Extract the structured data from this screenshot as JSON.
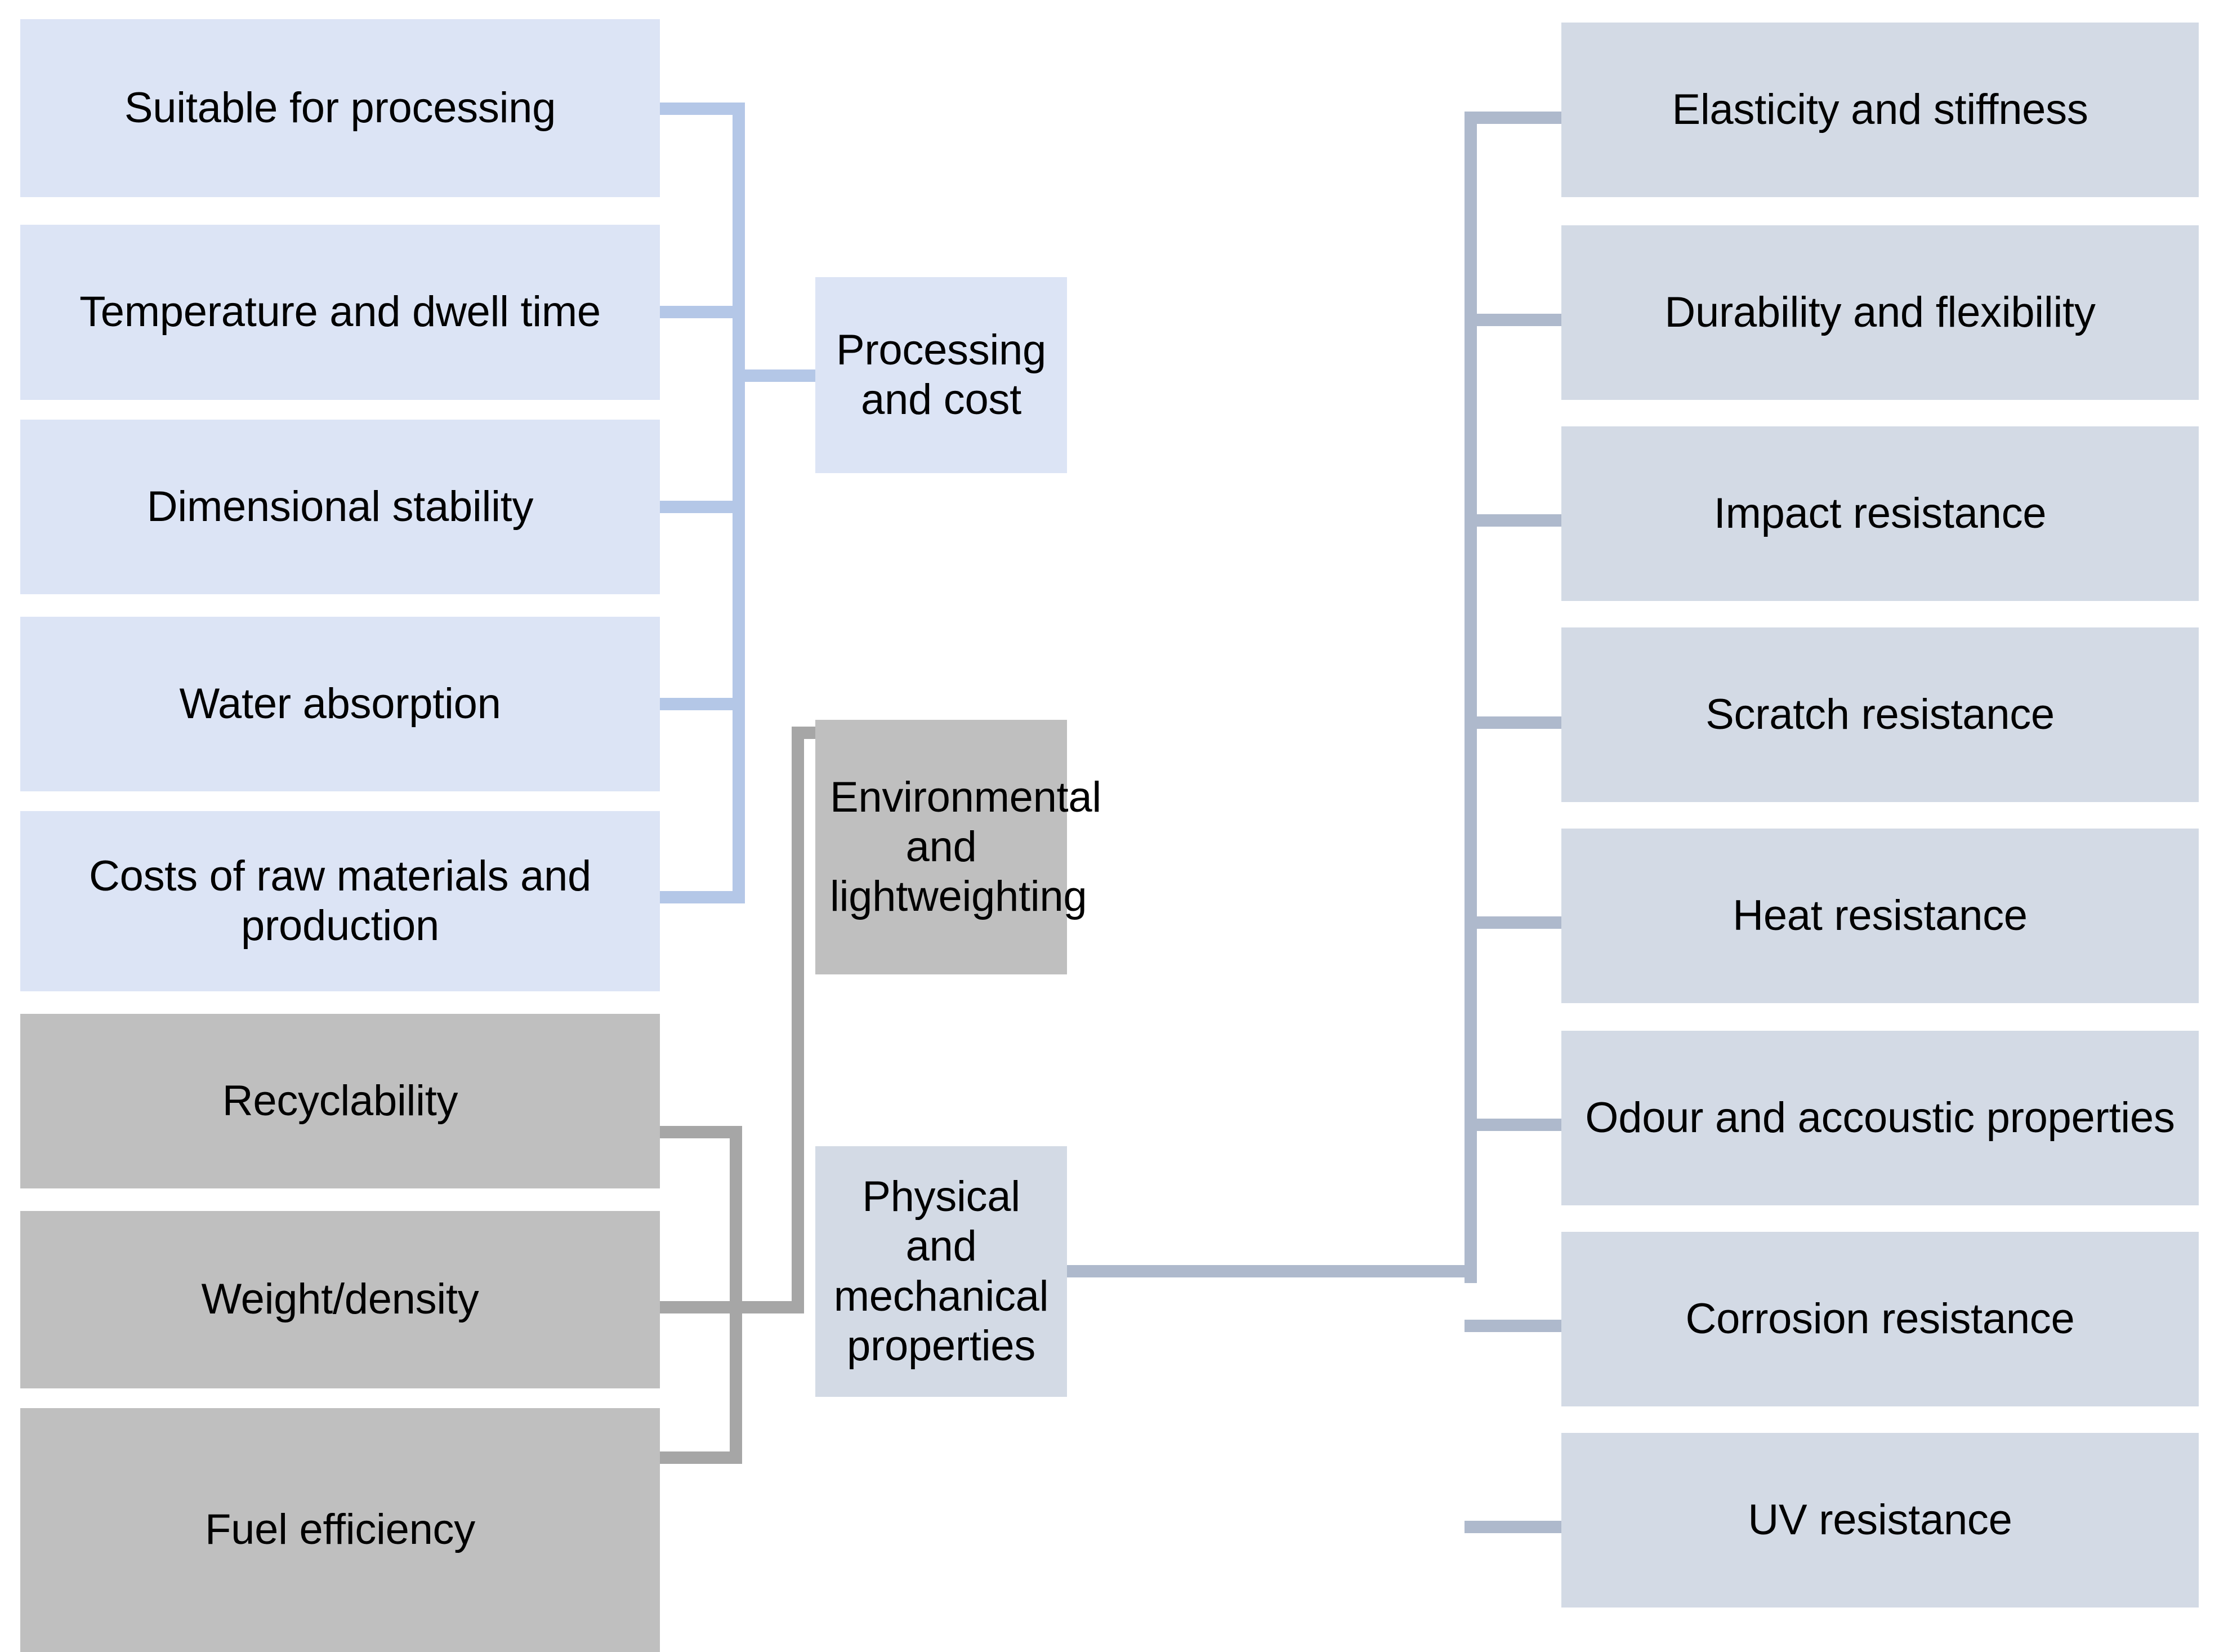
{
  "diagram": {
    "title": "Material selection criteria hierarchy",
    "type": "tree-diagram",
    "colors": {
      "blue_fill": "#dce4f5",
      "slate_fill": "#d3dae5",
      "gray_fill": "#bfbfbf",
      "blue_connector": "#b4c7e7",
      "slate_connector": "#aeb9cc",
      "gray_connector": "#a6a6a6",
      "text": "#000000",
      "background": "#ffffff"
    }
  },
  "left_column": {
    "items": [
      {
        "label": "Suitable for processing",
        "fill": "blue"
      },
      {
        "label": "Temperature and dwell time",
        "fill": "blue"
      },
      {
        "label": "Dimensional stability",
        "fill": "blue"
      },
      {
        "label": "Water absorption",
        "fill": "blue"
      },
      {
        "label": "Costs of raw materials and production",
        "fill": "blue"
      },
      {
        "label": "Recyclability",
        "fill": "gray"
      },
      {
        "label": "Weight/density",
        "fill": "gray"
      },
      {
        "label": "Fuel efficiency",
        "fill": "gray"
      }
    ]
  },
  "middle_column": {
    "items": [
      {
        "label": "Processing and cost",
        "fill": "blue"
      },
      {
        "label": "Environmental and lightweighting",
        "fill": "gray"
      },
      {
        "label": "Physical and mechanical properties",
        "fill": "slate"
      }
    ]
  },
  "right_column": {
    "items": [
      {
        "label": "Elasticity and stiffness",
        "fill": "slate"
      },
      {
        "label": "Durability and flexibility",
        "fill": "slate"
      },
      {
        "label": "Impact resistance",
        "fill": "slate"
      },
      {
        "label": "Scratch resistance",
        "fill": "slate"
      },
      {
        "label": "Heat resistance",
        "fill": "slate"
      },
      {
        "label": "Odour and accoustic properties",
        "fill": "slate"
      },
      {
        "label": "Corrosion resistance",
        "fill": "slate"
      },
      {
        "label": "UV resistance",
        "fill": "slate"
      }
    ]
  },
  "relations": {
    "processing_and_cost_children": [
      "Suitable for processing",
      "Temperature and dwell time",
      "Dimensional stability",
      "Water absorption",
      "Costs of raw materials and production"
    ],
    "environmental_and_lightweighting_children": [
      "Recyclability",
      "Weight/density",
      "Fuel efficiency"
    ],
    "physical_and_mechanical_properties_children": [
      "Elasticity and stiffness",
      "Durability and flexibility",
      "Impact resistance",
      "Scratch resistance",
      "Heat resistance",
      "Odour and accoustic properties",
      "Corrosion resistance",
      "UV resistance"
    ]
  }
}
